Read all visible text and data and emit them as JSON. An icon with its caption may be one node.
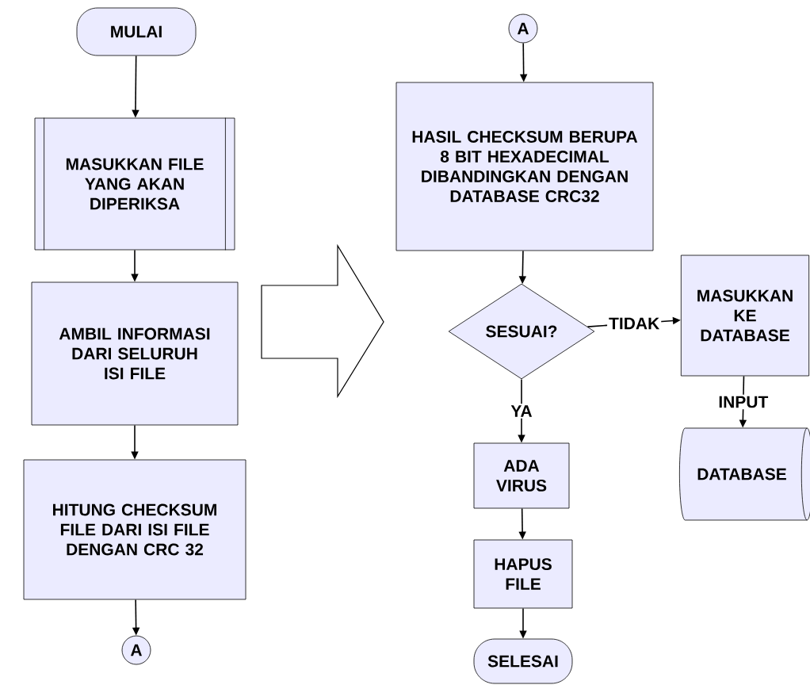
{
  "diagram": {
    "nodes": [
      {
        "text": [
          "MULAI"
        ]
      },
      {
        "text": [
          "MASUKKAN FILE YANG AKAN DIPERIKSA"
        ]
      },
      {
        "text": [
          "AMBIL INFORMASI DARI SELURUH ISI FILE"
        ]
      },
      {
        "text": [
          "HITUNG CHECKSUM FILE DARI ISI FILE DENGAN CRC 32"
        ]
      },
      {
        "text": [
          "A"
        ]
      },
      {
        "text": [
          "A"
        ]
      },
      {
        "text": [
          "HASIL CHECKSUM BERUPA 8 BIT HEXADECIMAL DIBANDINGKAN DENGAN DATABASE CRC32"
        ]
      },
      {
        "text": [
          "SESUAI?"
        ]
      },
      {
        "text": [
          "MASUKKAN KE DATABASE"
        ]
      },
      {
        "text": [
          "DATABASE"
        ]
      },
      {
        "text": [
          "ADA VIRUS"
        ]
      },
      {
        "text": [
          "HAPUS FILE"
        ]
      },
      {
        "text": [
          "SELESAI"
        ]
      }
    ],
    "edges": [
      {
        "from": 0,
        "to": 1,
        "arrow": "to"
      },
      {
        "from": 1,
        "to": 2,
        "arrow": "to"
      },
      {
        "from": 2,
        "to": 3,
        "arrow": "to"
      },
      {
        "from": 3,
        "to": 4,
        "arrow": "to"
      },
      {
        "from": 5,
        "to": 6,
        "arrow": "to"
      },
      {
        "from": 6,
        "to": 7,
        "arrow": "to"
      },
      {
        "from": 7,
        "to": 8,
        "arrow": "to",
        "label": "TIDAK"
      },
      {
        "from": 7,
        "to": 10,
        "arrow": "to",
        "label": "YA"
      },
      {
        "from": 8,
        "to": 9,
        "arrow": "to",
        "label": "INPUT"
      },
      {
        "from": 10,
        "to": 11,
        "arrow": "to"
      },
      {
        "from": 11,
        "to": 12,
        "arrow": "to"
      }
    ]
  }
}
